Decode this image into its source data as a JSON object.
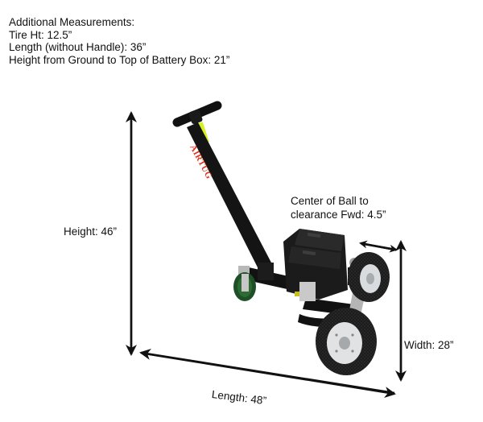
{
  "notes": {
    "heading": "Additional Measurements:",
    "lines": [
      "Tire Ht:  12.5”",
      "Length (without Handle): 36”",
      "Height from Ground to Top of Battery Box: 21”"
    ]
  },
  "dimensions": {
    "height": "Height: 46”",
    "length": "Length:  48”",
    "width": "Width:  28”",
    "ball_clearance_line1": "Center of Ball to",
    "ball_clearance_line2": "clearance Fwd:  4.5”"
  },
  "product": {
    "brand_text": "AIRTUG"
  },
  "colors": {
    "frame": "#111111",
    "brand_text": "#e0321c",
    "grip_tape": "#d8f020",
    "caster_wheel": "#2e6b34",
    "rim": "#d9dcdf"
  }
}
